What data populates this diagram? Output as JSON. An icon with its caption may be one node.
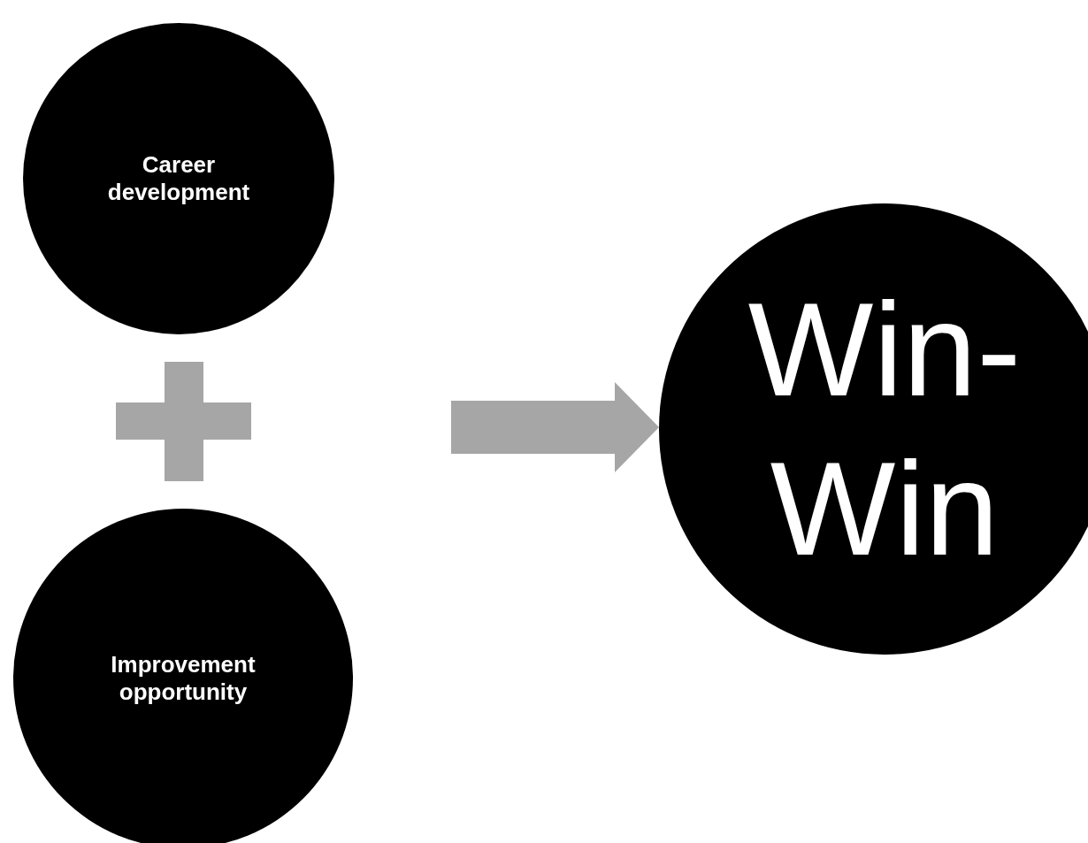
{
  "diagram": {
    "nodes": [
      {
        "text": [
          "Career development"
        ]
      },
      {
        "text": [
          "Improvement opportunity"
        ]
      },
      {
        "text": [
          "Win-Win"
        ]
      }
    ],
    "edges": [
      {
        "from": null,
        "to": 2,
        "arrow": "to"
      }
    ]
  }
}
